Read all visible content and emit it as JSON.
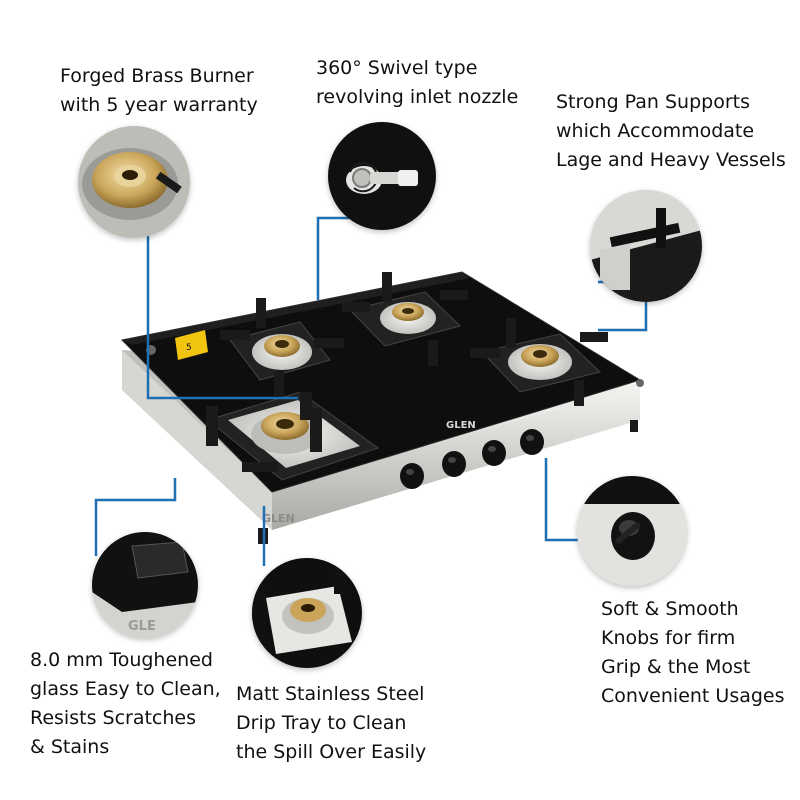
{
  "brand": "GLEN",
  "callouts": {
    "burner": [
      "Forged Brass Burner",
      "with 5 year warranty"
    ],
    "swivel": [
      "360° Swivel type",
      "revolving inlet nozzle"
    ],
    "pan_supports": [
      "Strong Pan Supports",
      "which Accommodate",
      "Lage and Heavy Vessels"
    ],
    "knobs": [
      "Soft & Smooth",
      "Knobs for firm",
      "Grip & the Most",
      "Convenient Usages"
    ],
    "glass": [
      "8.0 mm Toughened",
      "glass Easy to Clean,",
      "Resists Scratches",
      "& Stains"
    ],
    "drip_tray": [
      "Matt Stainless Steel",
      "Drip Tray to Clean",
      "the Spill Over Easily"
    ]
  },
  "colors": {
    "leader_line": "#1f6fb5",
    "glass_top": "#111111",
    "steel": "#d9d9d6",
    "brass": "#c9a45a",
    "knob": "#1a1a1a"
  }
}
